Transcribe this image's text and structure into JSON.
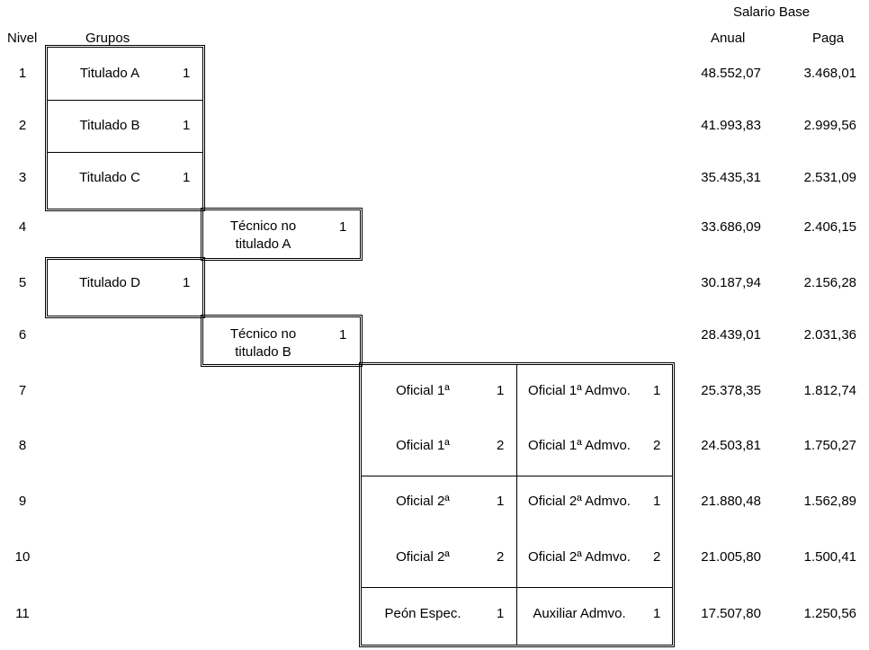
{
  "header": {
    "salario_base": "Salario Base",
    "nivel": "Nivel",
    "grupos": "Grupos",
    "anual": "Anual",
    "paga": "Paga"
  },
  "levels": [
    {
      "nivel": "1",
      "anual": "48.552,07",
      "paga": "3.468,01"
    },
    {
      "nivel": "2",
      "anual": "41.993,83",
      "paga": "2.999,56"
    },
    {
      "nivel": "3",
      "anual": "35.435,31",
      "paga": "2.531,09"
    },
    {
      "nivel": "4",
      "anual": "33.686,09",
      "paga": "2.406,15"
    },
    {
      "nivel": "5",
      "anual": "30.187,94",
      "paga": "2.156,28"
    },
    {
      "nivel": "6",
      "anual": "28.439,01",
      "paga": "2.031,36"
    },
    {
      "nivel": "7",
      "anual": "25.378,35",
      "paga": "1.812,74"
    },
    {
      "nivel": "8",
      "anual": "24.503,81",
      "paga": "1.750,27"
    },
    {
      "nivel": "9",
      "anual": "21.880,48",
      "paga": "1.562,89"
    },
    {
      "nivel": "10",
      "anual": "21.005,80",
      "paga": "1.500,41"
    },
    {
      "nivel": "11",
      "anual": "17.507,80",
      "paga": "1.250,56"
    }
  ],
  "groups": {
    "titulado_a": {
      "name": "Titulado A",
      "sub": "1"
    },
    "titulado_b": {
      "name": "Titulado B",
      "sub": "1"
    },
    "titulado_c": {
      "name": "Titulado C",
      "sub": "1"
    },
    "tecnico_a": {
      "line1": "Técnico no",
      "line2": "titulado A",
      "sub": "1"
    },
    "titulado_d": {
      "name": "Titulado D",
      "sub": "1"
    },
    "tecnico_b": {
      "line1": "Técnico no",
      "line2": "titulado B",
      "sub": "1"
    },
    "oficial1_n1": {
      "name": "Oficial 1ª",
      "sub": "1"
    },
    "oficial1_n2": {
      "name": "Oficial 1ª",
      "sub": "2"
    },
    "oficial2_n1": {
      "name": "Oficial 2ª",
      "sub": "1"
    },
    "oficial2_n2": {
      "name": "Oficial 2ª",
      "sub": "2"
    },
    "peon": {
      "name": "Peón Espec.",
      "sub": "1"
    },
    "admvo1_n1": {
      "name": "Oficial 1ª Admvo.",
      "sub": "1"
    },
    "admvo1_n2": {
      "name": "Oficial 1ª Admvo.",
      "sub": "2"
    },
    "admvo2_n1": {
      "name": "Oficial 2ª Admvo.",
      "sub": "1"
    },
    "admvo2_n2": {
      "name": "Oficial 2ª Admvo.",
      "sub": "2"
    },
    "auxiliar": {
      "name": "Auxiliar Admvo.",
      "sub": "1"
    }
  }
}
